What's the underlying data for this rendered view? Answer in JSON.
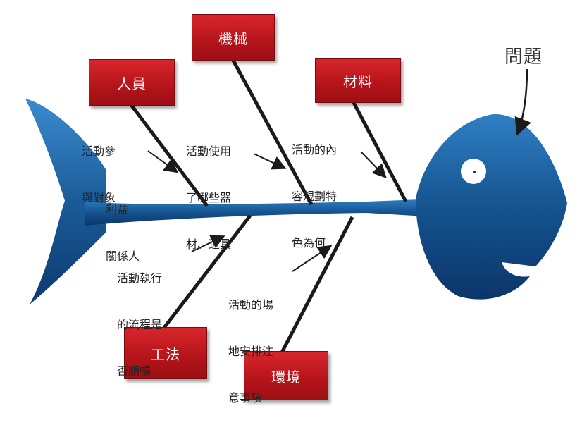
{
  "problem": "問題",
  "categories": {
    "people": "人員",
    "machine": "機械",
    "material": "材料",
    "method": "工法",
    "environment": "環境"
  },
  "notes": {
    "people_1": [
      "活動參",
      "與對象"
    ],
    "people_2": [
      "利益",
      "關係人"
    ],
    "machine": [
      "活動使用",
      "了哪些器",
      "材、道具"
    ],
    "material": [
      "活動的內",
      "容規劃特",
      "色為何"
    ],
    "method": [
      "活動執行",
      "的流程是",
      "否順暢"
    ],
    "environment": [
      "活動的場",
      "地安排注",
      "意事項"
    ]
  },
  "colors": {
    "fish_dark": "#0d3f7a",
    "fish_light": "#3f8fd0",
    "box_red": "#c0181e",
    "bone": "#1a1a1a"
  }
}
